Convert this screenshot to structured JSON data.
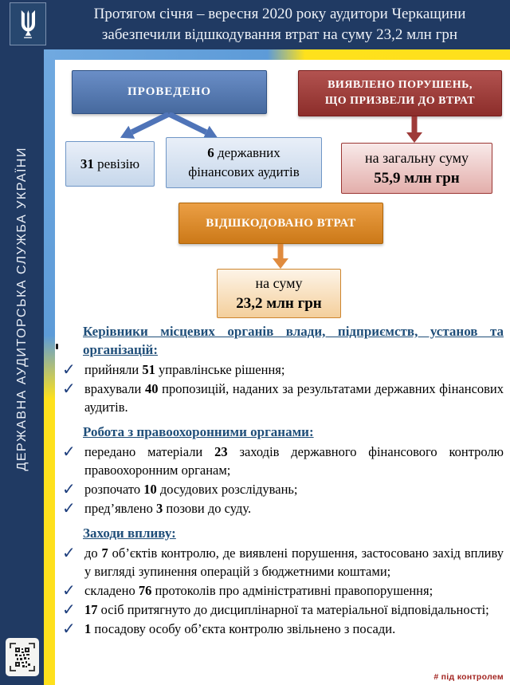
{
  "header": {
    "title": "Протягом січня – вересня 2020 року аудитори Черкащини забезпечили відшкодування втрат на суму 23,2 млн грн"
  },
  "sidebar": {
    "org_name": "ДЕРЖАВНА АУДИТОРСЬКА СЛУЖБА УКРАЇНИ"
  },
  "icons": {
    "logo": "ukraine-trident",
    "qr": "qr-code",
    "check": "checkmark",
    "split_arrows": "split-arrows-down",
    "down_arrow": "arrow-down"
  },
  "flow": {
    "conducted": {
      "label": "ПРОВЕДЕНО"
    },
    "revisions": {
      "parts": [
        "",
        "31",
        " ревізію"
      ]
    },
    "audits": {
      "parts": [
        "",
        "6",
        " державних фінансових аудитів"
      ]
    },
    "violations": {
      "label_line1": "ВИЯВЛЕНО ПОРУШЕНЬ,",
      "label_line2": "ЩО ПРИЗВЕЛИ ДО ВТРАТ",
      "amount_label": "на загальну суму",
      "amount_value": "55,9 млн грн"
    },
    "reimbursed": {
      "label": "ВІДШКОДОВАНО ВТРАТ",
      "amount_label": "на суму",
      "amount_value": "23,2 млн грн"
    }
  },
  "sections": [
    {
      "heading": "Керівники місцевих органів влади, підприємств, установ та організацій:",
      "items": [
        {
          "parts": [
            "прийняли ",
            "51",
            " управлінське рішення;"
          ]
        },
        {
          "parts": [
            "врахували ",
            "40",
            " пропозицій, наданих за результатами державних фінансових аудитів."
          ]
        }
      ]
    },
    {
      "heading": "Робота з правоохоронними органами:",
      "items": [
        {
          "parts": [
            "передано матеріали ",
            "23",
            " заходів державного фінансового контролю правоохоронним органам;"
          ]
        },
        {
          "parts": [
            "розпочато ",
            "10",
            " досудових розслідувань;"
          ]
        },
        {
          "parts": [
            "пред’явлено ",
            "3",
            " позови до суду."
          ]
        }
      ]
    },
    {
      "heading": "Заходи впливу:",
      "items": [
        {
          "parts": [
            "до ",
            "7",
            " об’єктів контролю, де виявлені порушення, застосовано захід впливу у вигляді зупинення операцій з бюджетними коштами;"
          ]
        },
        {
          "parts": [
            "складено ",
            "76",
            " протоколів про адміністративні правопорушення;"
          ]
        },
        {
          "parts": [
            "",
            "17",
            " осіб притягнуто до дисциплінарної та матеріальної відповідальності;"
          ]
        },
        {
          "parts": [
            "",
            "1",
            " посадову особу об’єкта контролю звільнено з посади."
          ]
        }
      ]
    }
  ],
  "footer": {
    "hashtag": "# під контролем"
  },
  "colors": {
    "navy": "#203a63",
    "flag_blue": "#5d9bd8",
    "flag_yellow": "#fee01c",
    "box_blue": "#4a6fae",
    "box_red": "#9e3a38",
    "box_orange": "#d9831f",
    "heading_blue": "#1f4e79",
    "check_blue": "#1d3e7d",
    "hashtag_red": "#a32622"
  }
}
